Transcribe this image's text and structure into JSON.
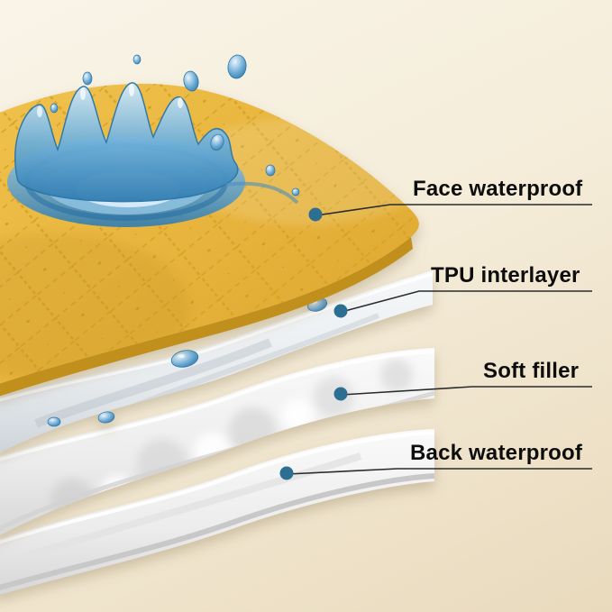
{
  "title": "Layered waterproof pad construction diagram",
  "callouts": [
    {
      "id": "face-waterproof",
      "label": "Face waterproof"
    },
    {
      "id": "tpu-interlayer",
      "label": "TPU interlayer"
    },
    {
      "id": "soft-filler",
      "label": "Soft filler"
    },
    {
      "id": "back-waterproof",
      "label": "Back waterproof"
    }
  ],
  "layers": [
    {
      "name": "face-waterproof",
      "description": "yellow quilted top fabric with water splash"
    },
    {
      "name": "tpu-interlayer",
      "description": "white TPU film with water droplets"
    },
    {
      "name": "soft-filler",
      "description": "soft white filler layer"
    },
    {
      "name": "back-waterproof",
      "description": "white back waterproof layer"
    }
  ],
  "colors": {
    "dot": "#2d6e93",
    "line": "#2b2b2b",
    "text": "#0d0d0d",
    "fabric": "#e6b23a",
    "fabric_edge": "#c08f1c",
    "splash": "#3e8fc7",
    "background_top": "#f9f4e8",
    "background_bottom": "#e9dabd"
  }
}
